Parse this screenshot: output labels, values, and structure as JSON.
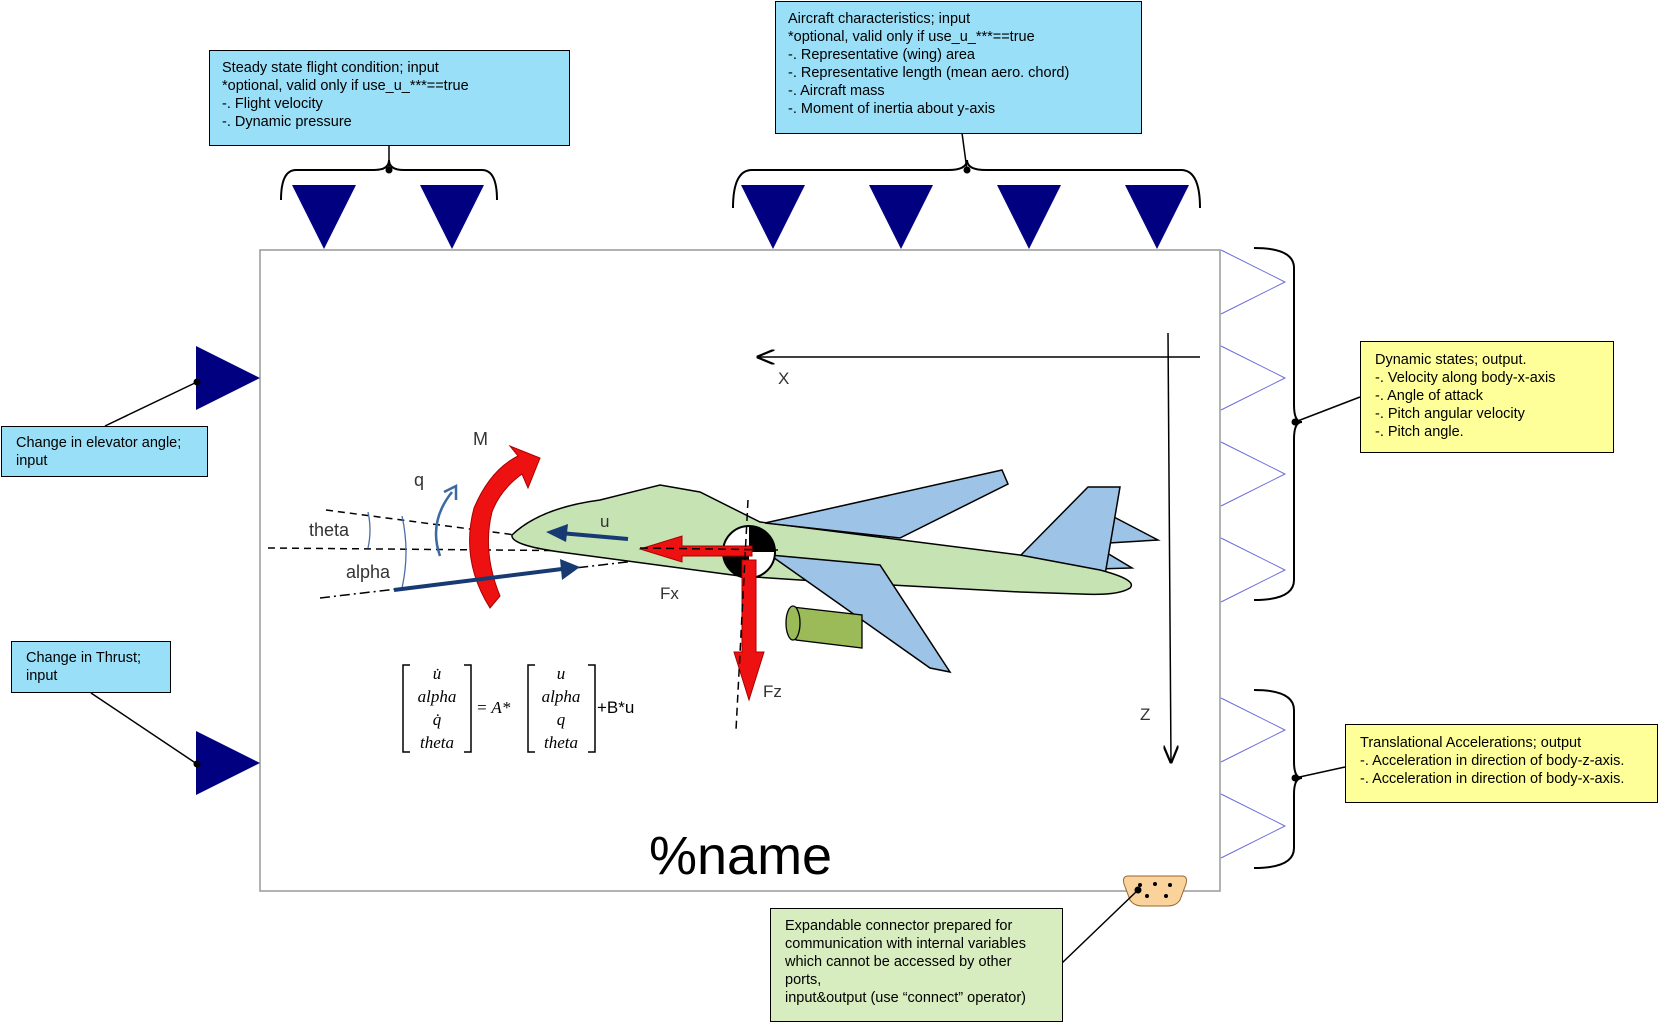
{
  "callouts": {
    "steady_state": {
      "title": "Steady state flight condition; input",
      "lines": [
        "*optional, valid only if use_u_***==true",
        "-. Flight velocity",
        "-. Dynamic pressure"
      ]
    },
    "aircraft": {
      "title": "Aircraft  characteristics; input",
      "lines": [
        "*optional, valid only if use_u_***==true",
        "-. Representative (wing) area",
        "-. Representative length (mean aero. chord)",
        "-. Aircraft mass",
        "-. Moment of inertia about y-axis"
      ]
    },
    "elevator": {
      "line1": "Change in elevator angle;",
      "line2": "input"
    },
    "thrust": {
      "line1": "Change in Thrust;",
      "line2": "input"
    },
    "dynamic_states": {
      "title": "Dynamic states; output.",
      "lines": [
        "-. Velocity along body-x-axis",
        "-. Angle of attack",
        "-. Pitch angular velocity",
        "-. Pitch angle."
      ]
    },
    "translational": {
      "title": "Translational Accelerations; output",
      "lines": [
        "-. Acceleration in direction of body-z-axis.",
        "-. Acceleration in direction of body-x-axis."
      ]
    },
    "expandable": {
      "lines": [
        "Expandable connector prepared for",
        "communication with internal variables",
        "which cannot be accessed by other",
        "ports,",
        "input&output  (use “connect” operator)"
      ]
    }
  },
  "block": {
    "name": "%name"
  },
  "labels": {
    "x_axis": "X",
    "z_axis": "Z",
    "moment": "M",
    "q": "q",
    "theta": "theta",
    "alpha": "alpha",
    "u": "u",
    "fx": "Fx",
    "fz": "Fz"
  },
  "equation": {
    "lhs": [
      "u̇",
      "alpha",
      "q̇",
      "theta"
    ],
    "equals": "= A*",
    "rhs": [
      "u",
      "alpha",
      "q",
      "theta"
    ],
    "plus": "+B*u"
  },
  "colors": {
    "port_input": "#000080",
    "port_output": "#6a6adb",
    "callout_blue": "#99dff7",
    "callout_yellow": "#ffff99",
    "callout_green": "#d7edbf",
    "fuselage": "#c6e3b4",
    "wing": "#9dc3e6",
    "force_arrow": "#ee1111",
    "body_arrow": "#173a72"
  }
}
